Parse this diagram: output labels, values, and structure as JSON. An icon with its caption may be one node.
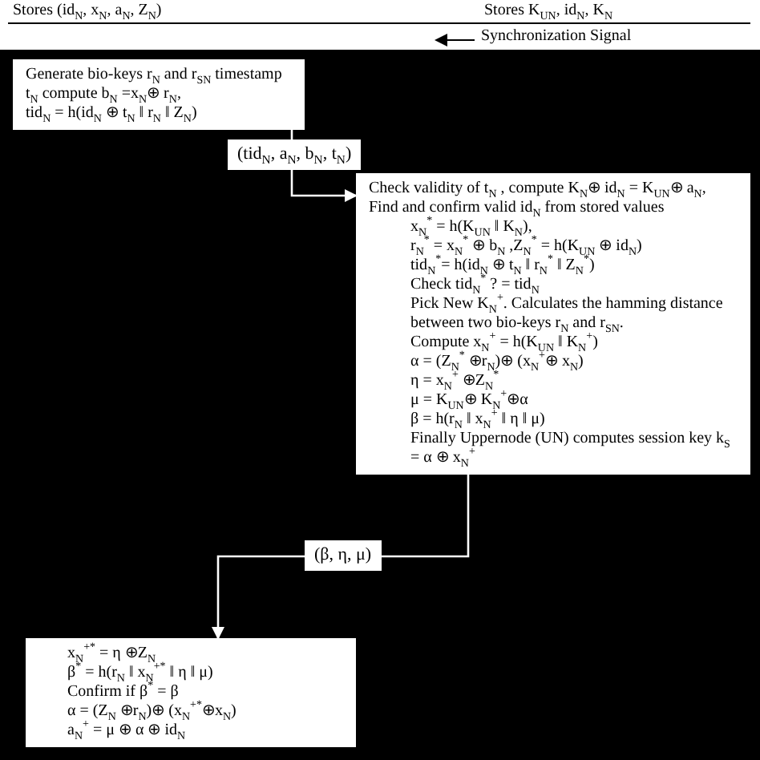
{
  "diagram": {
    "nodes": [
      {
        "text": [
          "Generate bio-keys r$_{N}$ and r$_{SN}$ timestamp t$_{N}$ compute b$_{N}$ =x$_{N}$⊕ r$_{N}$,",
          "tid$_{N}$ = h(id$_{N}$ ⊕ t$_{N}$ ‖ r$_{N}$ ‖ Z$_{N}$)"
        ]
      },
      {
        "text": [
          "Check validity of t$_{N}$ , compute K$_{N}$⊕ id$_{N}$ = K$_{UN}$⊕ a$_{N}$,",
          "Find and confirm valid id$_{N}$ from stored values",
          "x$_{N}$$^{*}$ = h(K$_{UN}$ ‖ K$_{N}$),",
          "r$_{N}$$^{*}$ = x$_{N}$$^{*}$ ⊕ b$_{N}$ ,Z$_{N}$$^{*}$ = h(K$_{UN}$ ⊕ id$_{N}$)",
          "tid$_{N}$$^{*}$= h(id$_{N}$ ⊕ t$_{N}$ ‖ r$_{N}$$^{*}$ ‖ Z$_{N}$$^{*}$)",
          "Check tid$_{N}$$^{*}$ ? = tid$_{N}$",
          "Pick New K$_{N}$$^{+}$. Calculates the hamming distance between two bio-keys r$_{N}$ and r$_{SN}$.",
          "Compute x$_{N}$$^{+}$ = h(K$_{UN}$ ‖ K$_{N}$$^{+}$)",
          "α = (Z$_{N}$$^{*}$ ⊕r$_{N}$)⊕ (x$_{N}$$^{+}$⊕ x$_{N}$)",
          "η = x$_{N}$$^{+}$ ⊕Z$_{N}$$^{*}$",
          "μ = K$_{UN}$⊕ K$_{N}$$^{+}$⊕α",
          "β = h(r$_{N}$ ‖ x$_{N}$$^{+}$ ‖ η ‖ μ)",
          "Finally Uppernode (UN) computes session key k$_{S}$ = α ⊕ x$_{N}$$^{+}$"
        ]
      },
      {
        "text": [
          "x$_{N}$$^{+*}$ = η ⊕Z$_{N}$",
          "β$^{*}$ = h(r$_{N}$ ‖ x$_{N}$$^{+*}$ ‖ η ‖ μ)",
          "Confirm if β$^{*}$ = β",
          "α = (Z$_{N}$ ⊕r$_{N}$)⊕ (x$_{N}$$^{+*}$⊕x$_{N}$)",
          "a$_{N}$$^{+}$ = μ ⊕ α ⊕ id$_{N}$"
        ]
      }
    ],
    "edges": [
      {
        "from": 0,
        "to": 1,
        "arrow": "to",
        "label": "(tid$_{N}$, a$_{N}$, b$_{N}$, t$_{N}$)"
      },
      {
        "from": 1,
        "to": 2,
        "arrow": "to",
        "label": "(β, η, μ)"
      }
    ],
    "labels": [
      "Stores (id$_{N}$, x$_{N}$, a$_{N}$, Z$_{N}$)",
      "Stores K$_{UN}$, id$_{N}$, K$_{N}$",
      "Synchronization Signal"
    ]
  }
}
